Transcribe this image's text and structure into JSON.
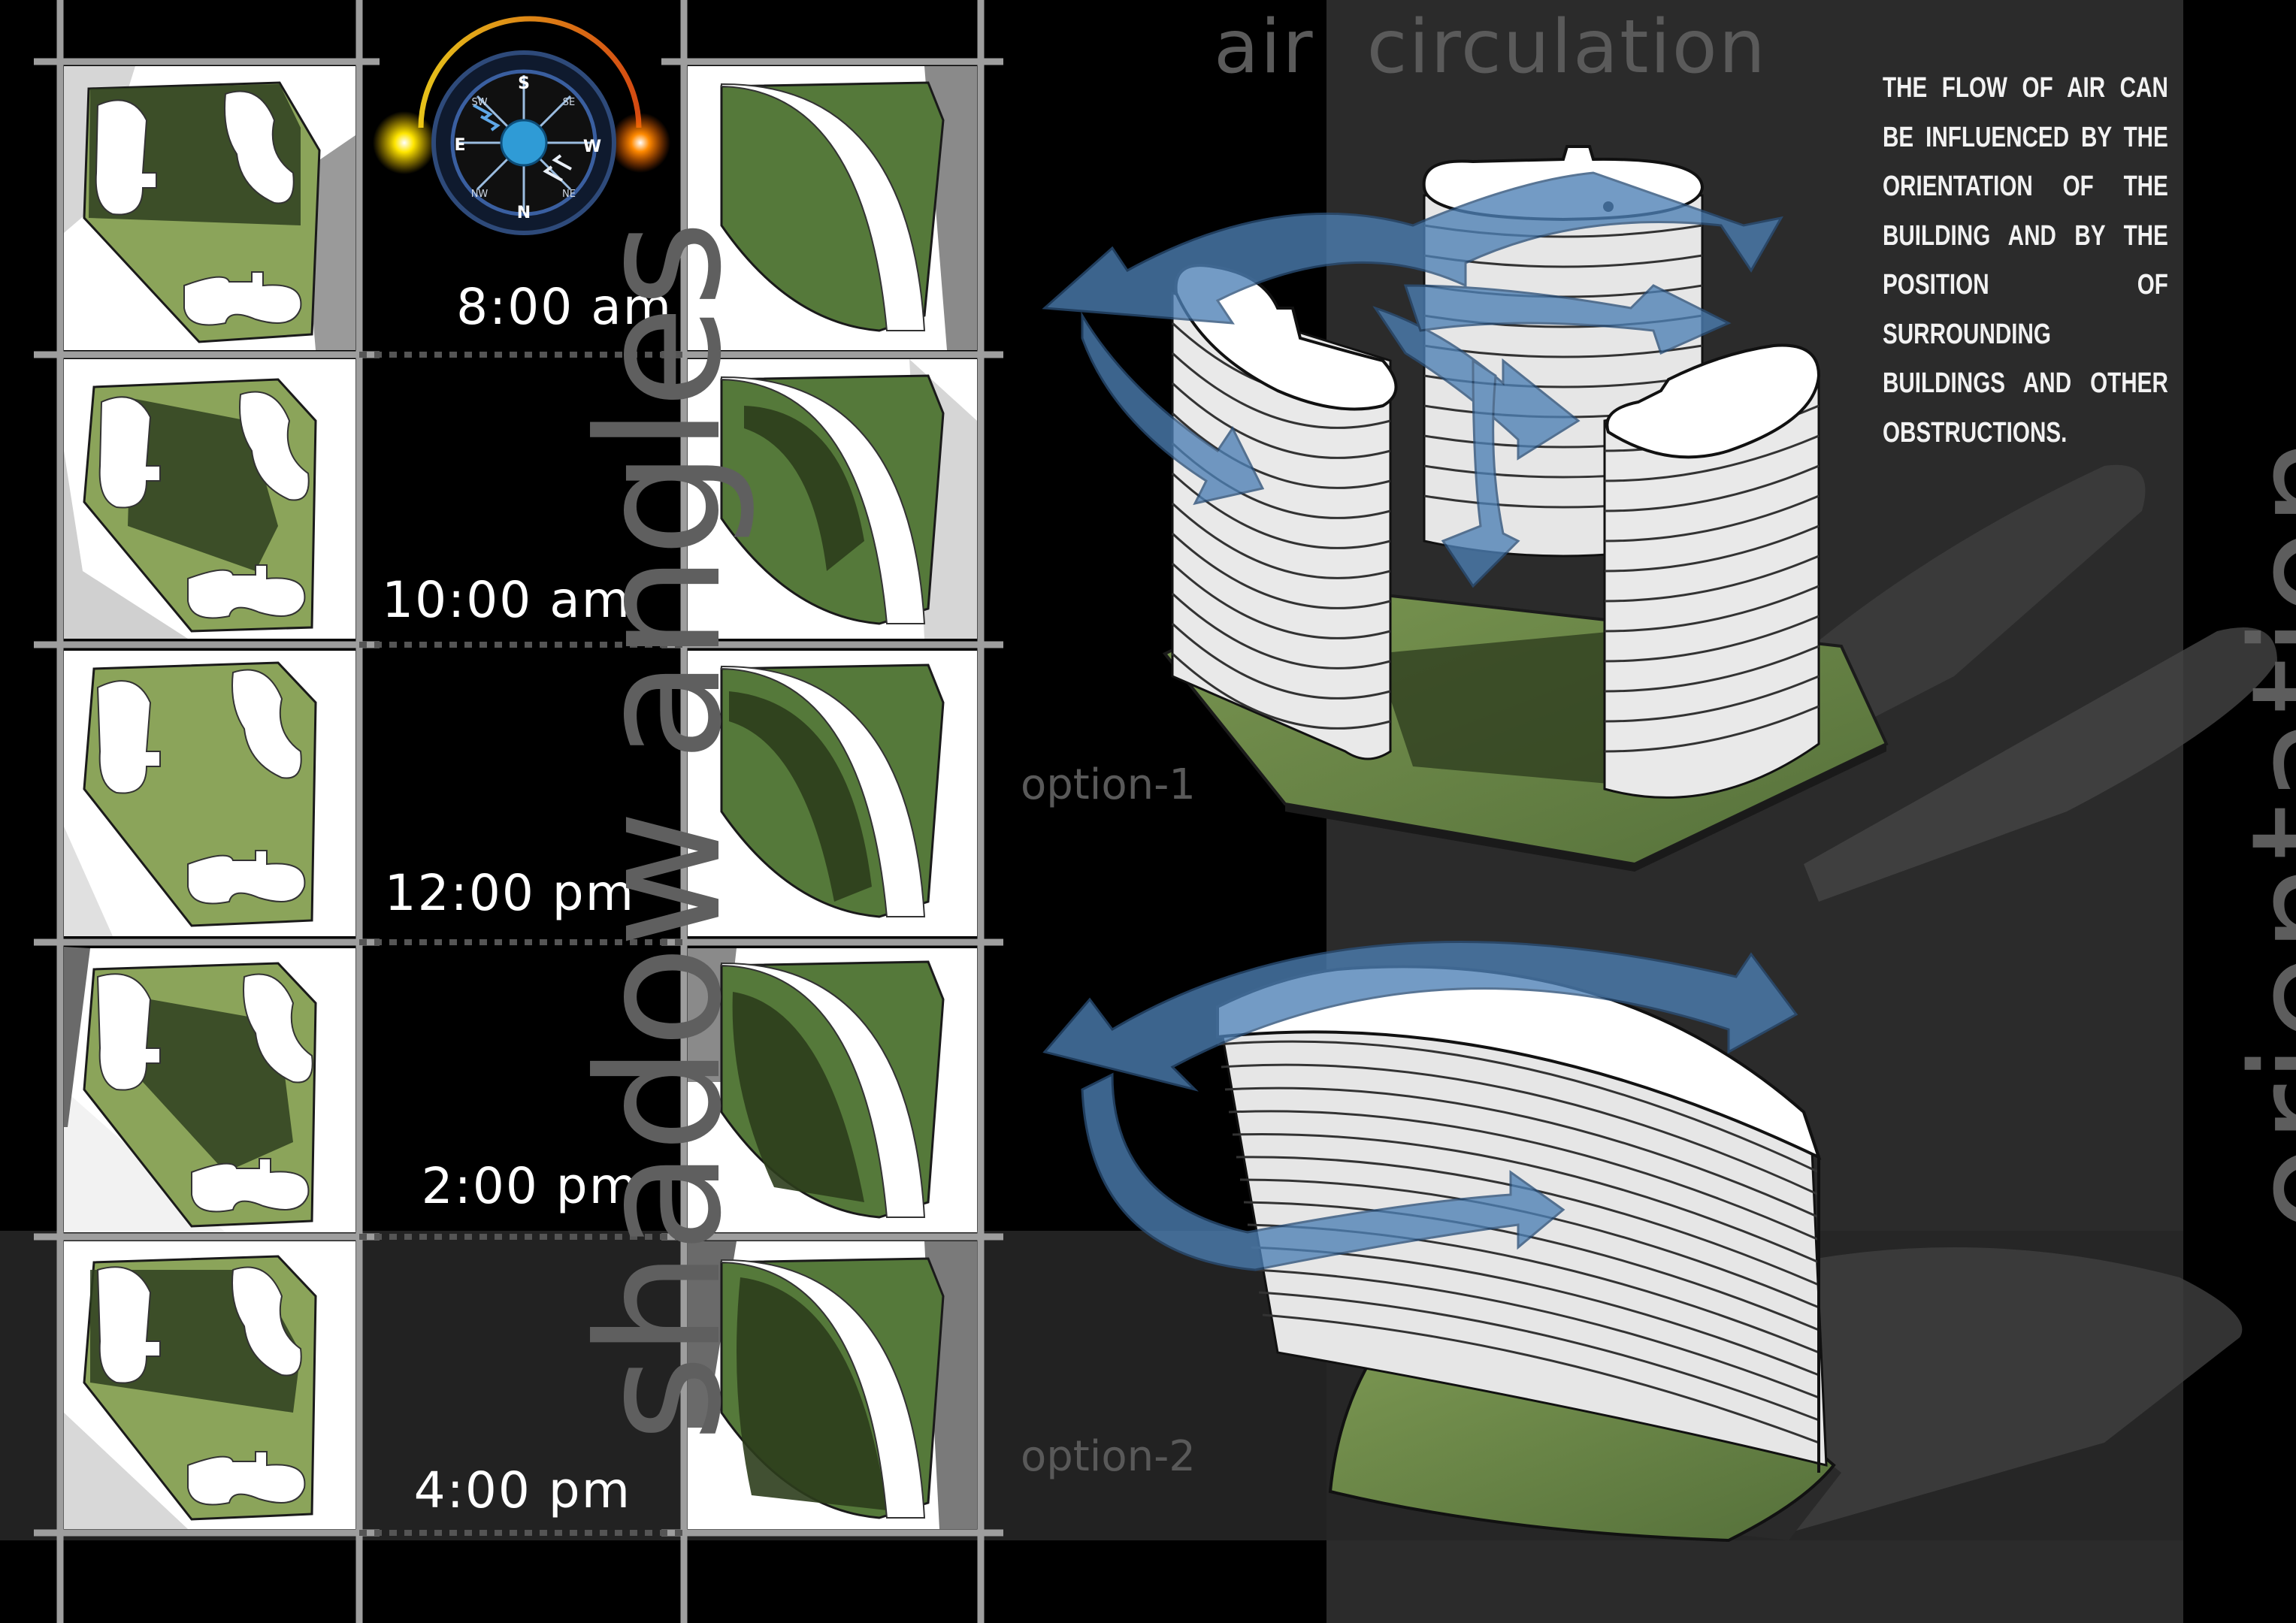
{
  "titles": {
    "air_word1": "air",
    "air_word2": "circulation",
    "shadow_angles": "shadow angles",
    "orientation": "orientation"
  },
  "description": "THE FLOW OF AIR CAN BE INFLUENCED BY THE ORIENTATION OF THE BUILDING AND BY THE POSITION OF SURROUNDING BUILDINGS AND OTHER OBSTRUCTIONS.",
  "times": [
    "8:00 am",
    "10:00 am",
    "12:00 pm",
    "2:00 pm",
    "4:00 pm"
  ],
  "options": {
    "option1": "option-1",
    "option2": "option-2"
  },
  "compass": {
    "directions": {
      "n": "N",
      "s": "S",
      "e": "E",
      "w": "W"
    },
    "intercardinal": {
      "sw": "SW",
      "se": "SE",
      "nw": "NW",
      "ne": "NE"
    }
  },
  "colors": {
    "background": "#000000",
    "panel_dark": "#2a2a2a",
    "grass": "#8aa35a",
    "grass_dark": "#34471f",
    "building": "#ffffff",
    "arrow": "#4b7fb3",
    "sun_east": "#ffe100",
    "sun_west": "#ff7a00"
  },
  "icons": {
    "compass": "compass-icon",
    "sun_east": "sun-icon",
    "sun_west": "sun-icon",
    "air_arrow": "air-flow-arrow-icon"
  }
}
